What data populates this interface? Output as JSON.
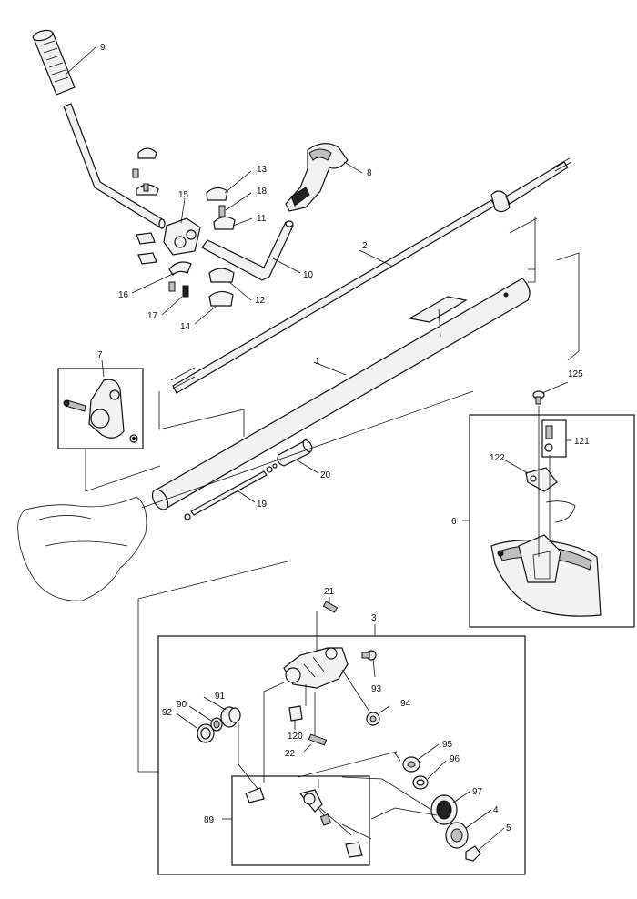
{
  "callouts": {
    "c1": "1",
    "c2": "2",
    "c3": "3",
    "c4": "4",
    "c5": "5",
    "c6": "6",
    "c7": "7",
    "c8": "8",
    "c9": "9",
    "c10": "10",
    "c11": "11",
    "c12": "12",
    "c13": "13",
    "c14": "14",
    "c15": "15",
    "c16": "16",
    "c17": "17",
    "c18": "18",
    "c19": "19",
    "c20": "20",
    "c21": "21",
    "c22": "22",
    "c89": "89",
    "c90": "90",
    "c91": "91",
    "c92": "92",
    "c93": "93",
    "c94": "94",
    "c95": "95",
    "c96": "96",
    "c97": "97",
    "c120": "120",
    "c121": "121",
    "c122": "122",
    "c125": "125"
  }
}
